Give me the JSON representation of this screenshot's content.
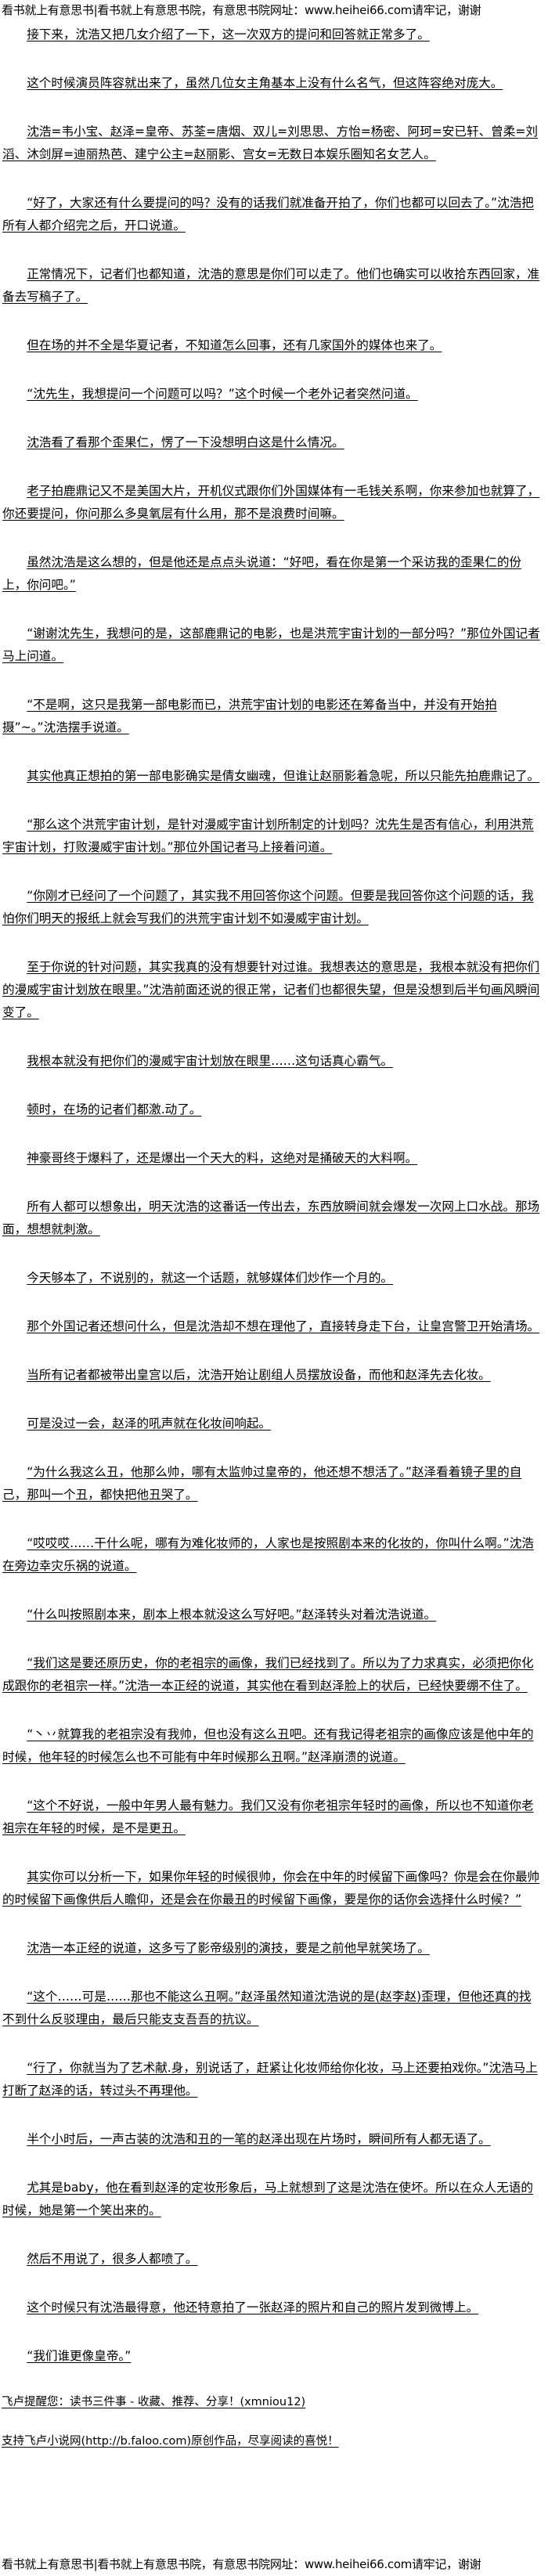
{
  "banner": "看书就上有意思书|看书就上有意思书院，有意思书院网址：www.heihei66.com请牢记，谢谢",
  "paragraphs": [
    "接下来，沈浩又把几女介绍了一下，这一次双方的提问和回答就正常多了。",
    "这个时候演员阵容就出来了，虽然几位女主角基本上没有什么名气，但这阵容绝对庞大。",
    "沈浩=韦小宝、赵泽=皇帝、苏荃=唐烟、双儿=刘思思、方怡=杨密、阿珂=安已轩、曾柔=刘滔、沐剑屏=迪丽热芭、建宁公主=赵丽影、宫女=无数日本娱乐圈知名女艺人。",
    "“好了，大家还有什么要提问的吗？没有的话我们就准备开拍了，你们也都可以回去了。”沈浩把所有人都介绍完之后，开口说道。",
    "正常情况下，记者们也都知道，沈浩的意思是你们可以走了。他们也确实可以收拾东西回家，准备去写稿子了。",
    "但在场的并不全是华夏记者，不知道怎么回事，还有几家国外的媒体也来了。",
    "“沈先生，我想提问一个问题可以吗？”这个时候一个老外记者突然问道。",
    "沈浩看了看那个歪果仁，愣了一下没想明白这是什么情况。",
    "老子拍鹿鼎记又不是美国大片，开机仪式跟你们外国媒体有一毛钱关系啊，你来参加也就算了，你还要提问，你问那么多臭氧层有什么用，那不是浪费时间嘛。",
    "虽然沈浩是这么想的，但是他还是点点头说道：“好吧，看在你是第一个采访我的歪果仁的份上，你问吧。”",
    "“谢谢沈先生，我想问的是，这部鹿鼎记的电影，也是洪荒宇宙计划的一部分吗？”那位外国记者马上问道。",
    "“不是啊，这只是我第一部电影而已，洪荒宇宙计划的电影还在筹备当中，并没有开始拍摄”~。”沈浩摆手说道。",
    "其实他真正想拍的第一部电影确实是倩女幽魂，但谁让赵丽影着急呢，所以只能先拍鹿鼎记了。",
    "“那么这个洪荒宇宙计划，是针对漫威宇宙计划所制定的计划吗？沈先生是否有信心，利用洪荒宇宙计划，打败漫威宇宙计划。”那位外国记者马上接着问道。",
    "“你刚才已经问了一个问题了，其实我不用回答你这个问题。但要是我回答你这个问题的话，我怕你们明天的报纸上就会写我们的洪荒宇宙计划不如漫威宇宙计划。",
    "至于你说的针对问题，其实我真的没有想要针对过谁。我想表达的意思是，我根本就没有把你们的漫威宇宙计划放在眼里。”沈浩前面还说的很正常，记者们也都很失望，但是没想到后半句画风瞬间变了。",
    "我根本就没有把你们的漫威宇宙计划放在眼里……这句话真心霸气。",
    "顿时，在场的记者们都激.动了。",
    "神豪哥终于爆料了，还是爆出一个天大的料，这绝对是捅破天的大料啊。",
    "所有人都可以想象出，明天沈浩的这番话一传出去，东西放瞬间就会爆发一次网上口水战。那场面，想想就刺激。",
    "今天够本了，不说别的，就这一个话题，就够媒体们炒作一个月的。",
    "那个外国记者还想问什么，但是沈浩却不想在理他了，直接转身走下台，让皇宫警卫开始清场。",
    "当所有记者都被带出皇宫以后，沈浩开始让剧组人员摆放设备，而他和赵泽先去化妆。",
    "可是没过一会，赵泽的吼声就在化妆间响起。",
    "“为什么我这么丑，他那么帅，哪有太监帅过皇帝的，他还想不想活了。”赵泽看着镜子里的自己，那叫一个丑，都快把他丑哭了。",
    "“哎哎哎……干什么呢，哪有为难化妆师的，人家也是按照剧本来的化妆的，你叫什么啊。”沈浩在旁边幸灾乐祸的说道。",
    "“什么叫按照剧本来，剧本上根本就没这么写好吧。”赵泽转头对着沈浩说道。",
    "“我们这是要还原历史，你的老祖宗的画像，我们已经找到了。所以为了力求真实，必须把你化成跟你的老祖宗一样。”沈浩一本正经的说道，其实他在看到赵泽脸上的状后，已经快要绷不住了。",
    "“丶丷就算我的老祖宗没有我帅，但也没有这么丑吧。还有我记得老祖宗的画像应该是他中年的时候，他年轻的时候怎么也不可能有中年时候那么丑啊。”赵泽崩溃的说道。",
    "“这个不好说，一般中年男人最有魅力。我们又没有你老祖宗年轻时的画像，所以也不知道你老祖宗在年轻的时候，是不是更丑。",
    "其实你可以分析一下，如果你年轻的时候很帅，你会在中年的时候留下画像吗？你是会在你最帅的时候留下画像供后人瞻仰，还是会在你最丑的时候留下画像，要是你的话你会选择什么时候？”",
    "沈浩一本正经的说道，这多亏了影帝级别的演技，要是之前他早就笑场了。",
    "“这个……可是……那也不能这么丑啊。”赵泽虽然知道沈浩说的是(赵李赵)歪理，但他还真的找不到什么反驳理由，最后只能支支吾吾的抗议。",
    "“行了，你就当为了艺术献.身，别说话了，赶紧让化妆师给你化妆，马上还要拍戏你。”沈浩马上打断了赵泽的话，转过头不再理他。",
    "半个小时后，一声古装的沈浩和丑的一笔的赵泽出现在片场时，瞬间所有人都无语了。",
    "尤其是baby，他在看到赵泽的定妆形象后，马上就想到了这是沈浩在使坏。所以在众人无语的时候，她是第一个笑出来的。",
    "然后不用说了，很多人都喷了。",
    "这个时候只有沈浩最得意，他还特意拍了一张赵泽的照片和自己的照片发到微博上。",
    "“我们谁更像皇帝。”"
  ],
  "footer": [
    "飞卢提醒您：读书三件事 - 收藏、推荐、分享！(xmniou12)",
    "支持飞卢小说网(http://b.faloo.com)原创作品，尽享阅读的喜悦！"
  ]
}
